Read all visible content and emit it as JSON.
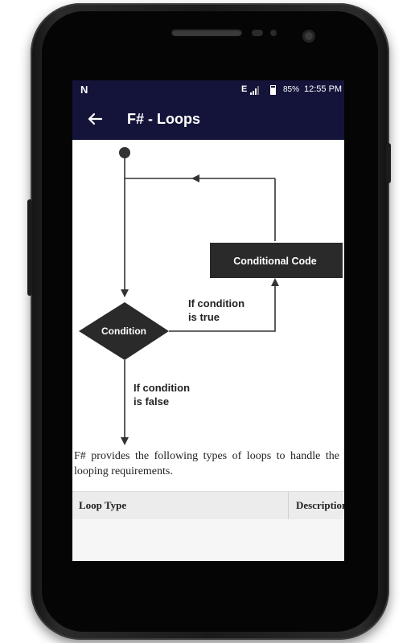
{
  "status_bar": {
    "network": "E",
    "battery": "85%",
    "time": "12:55 PM"
  },
  "app_bar": {
    "title": "F# - Loops"
  },
  "diagram": {
    "action_box": "Conditional Code",
    "decision": "Condition",
    "true_label_1": "If condition",
    "true_label_2": "is true",
    "false_label_1": "If condition",
    "false_label_2": "is false"
  },
  "content": {
    "paragraph": "F# provides the following types of loops to handle the looping requirements."
  },
  "table": {
    "headers": [
      "Loop Type",
      "Description"
    ]
  }
}
